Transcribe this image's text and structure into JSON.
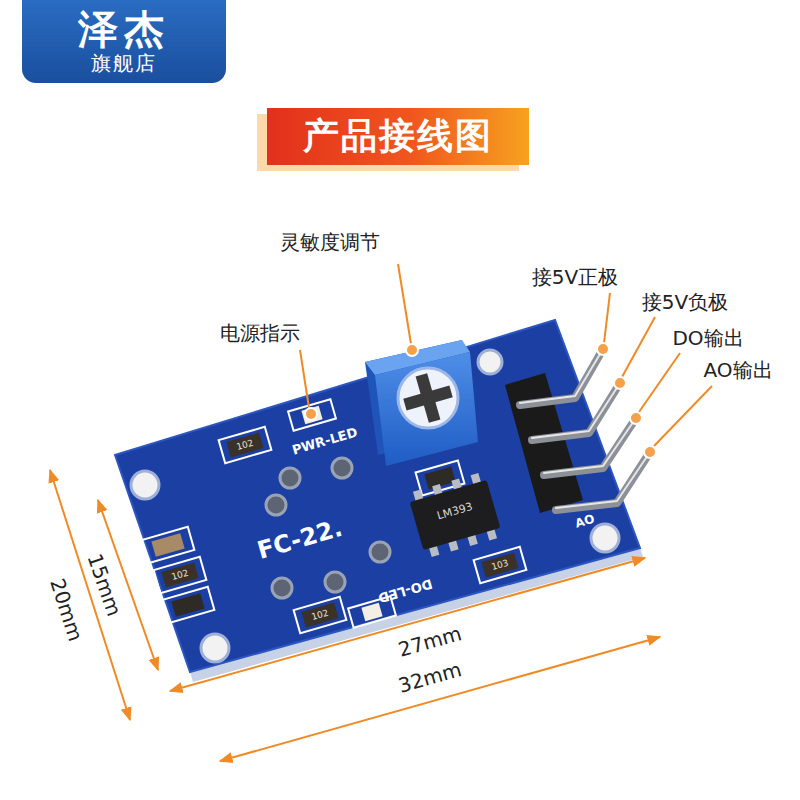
{
  "diagram": {
    "title": "产品接线图",
    "nodes": [
      {
        "text": [
          "泽杰",
          "旗舰店"
        ]
      }
    ],
    "labels": [
      "灵敏度调节",
      "电源指示",
      "接5V正极",
      "接5V负极",
      "DO输出",
      "AO输出",
      "PWR-LED",
      "FC-22.",
      "DO-LED",
      "AO",
      "102",
      "102",
      "102",
      "103",
      "LM393",
      "20mm",
      "15mm",
      "27mm",
      "32mm"
    ]
  }
}
